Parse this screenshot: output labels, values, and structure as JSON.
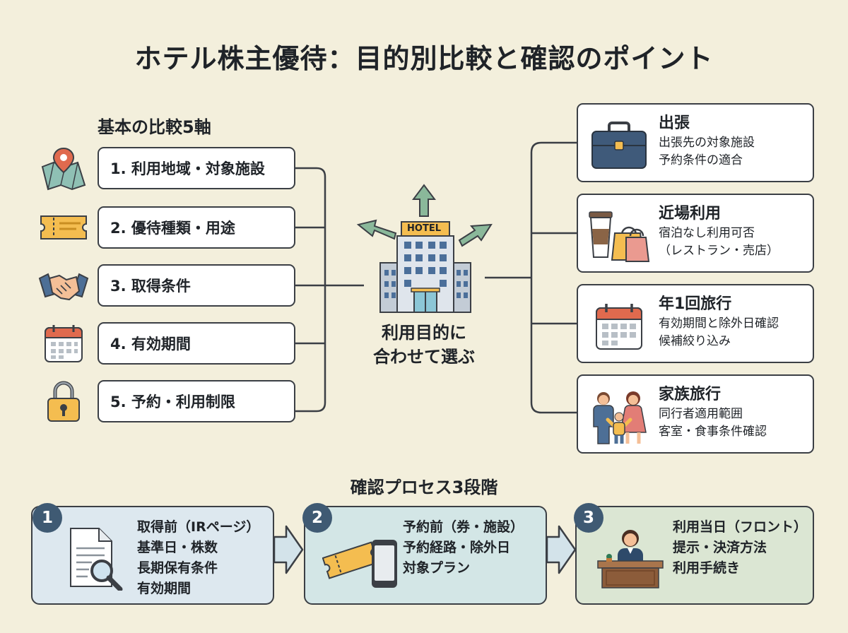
{
  "title": "ホテル株主優待：目的別比較と確認のポイント",
  "axes": {
    "heading": "基本の比較5軸",
    "items": [
      {
        "label": "1. 利用地域・対象施設",
        "icon": "map-pin-icon"
      },
      {
        "label": "2. 優待種類・用途",
        "icon": "ticket-icon"
      },
      {
        "label": "3. 取得条件",
        "icon": "handshake-icon"
      },
      {
        "label": "4. 有効期間",
        "icon": "calendar-icon"
      },
      {
        "label": "5. 予約・利用制限",
        "icon": "lock-icon"
      }
    ]
  },
  "center": {
    "hotel_sign": "HOTEL",
    "label_line1": "利用目的に",
    "label_line2": "合わせて選ぶ",
    "icon": "hotel-building-icon"
  },
  "purposes": [
    {
      "title": "出張",
      "lines": [
        "出張先の対象施設",
        "予約条件の適合"
      ],
      "icon": "briefcase-icon"
    },
    {
      "title": "近場利用",
      "lines": [
        "宿泊なし利用可否",
        "（レストラン・売店）"
      ],
      "icon": "coffee-shopping-icon"
    },
    {
      "title": "年1回旅行",
      "lines": [
        "有効期間と除外日確認",
        "候補絞り込み"
      ],
      "icon": "calendar-icon"
    },
    {
      "title": "家族旅行",
      "lines": [
        "同行者適用範囲",
        "客室・食事条件確認"
      ],
      "icon": "family-icon"
    }
  ],
  "process": {
    "heading": "確認プロセス3段階",
    "steps": [
      {
        "number": "1",
        "lines": [
          "取得前（IRページ）",
          "基準日・株数",
          "長期保有条件",
          "有効期間"
        ],
        "icon": "document-search-icon",
        "color": "#dde8ef"
      },
      {
        "number": "2",
        "lines": [
          "予約前（券・施設）",
          "予約経路・除外日",
          "対象プラン"
        ],
        "icon": "ticket-phone-icon",
        "color": "#d3e6e6"
      },
      {
        "number": "3",
        "lines": [
          "利用当日（フロント）",
          "提示・決済方法",
          "利用手続き"
        ],
        "icon": "front-desk-icon",
        "color": "#dbe6d3"
      }
    ]
  },
  "colors": {
    "background": "#f3efdc",
    "line": "#3b3f45",
    "arrow_green": "#8ab89a",
    "step_badge": "#3f5a73"
  }
}
